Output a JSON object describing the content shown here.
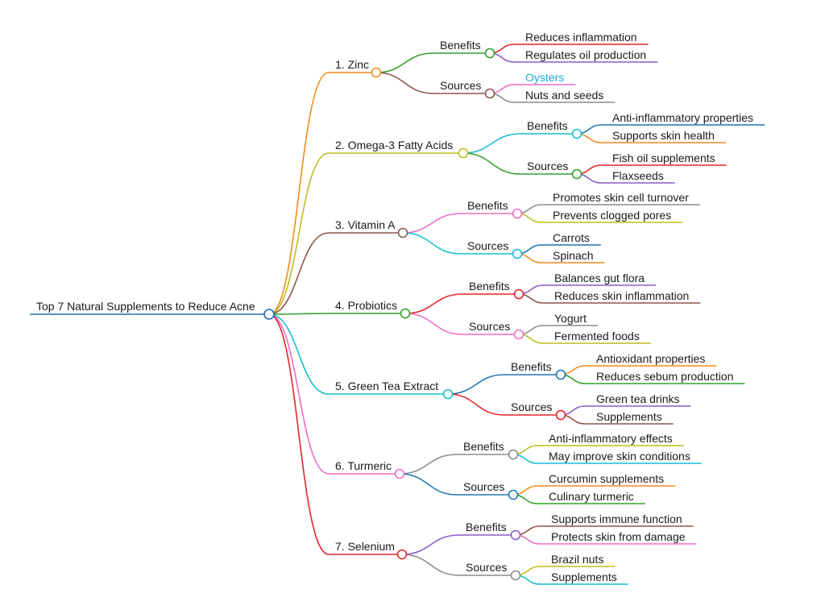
{
  "root": {
    "label": "Top 7 Natural Supplements to Reduce Acne",
    "color": "#1f6fb5"
  },
  "branches": [
    {
      "label": "1. Zinc",
      "color": "#f28c1b",
      "groups": [
        {
          "label": "Benefits",
          "color": "#33a02c",
          "leaves": [
            {
              "label": "Reduces inflammation",
              "color": "#e3262b"
            },
            {
              "label": "Regulates oil production",
              "color": "#8e5cc7"
            }
          ]
        },
        {
          "label": "Sources",
          "color": "#8c564b",
          "leaves": [
            {
              "label": "Oysters",
              "color": "#f06bc4",
              "highlight": true
            },
            {
              "label": "Nuts and seeds",
              "color": "#8c8c8c"
            }
          ]
        }
      ]
    },
    {
      "label": "2. Omega-3 Fatty Acids",
      "color": "#bcbd22",
      "groups": [
        {
          "label": "Benefits",
          "color": "#17becf",
          "leaves": [
            {
              "label": "Anti-inflammatory properties",
              "color": "#1f77b4"
            },
            {
              "label": "Supports skin health",
              "color": "#f28c1b"
            }
          ]
        },
        {
          "label": "Sources",
          "color": "#33a02c",
          "leaves": [
            {
              "label": "Fish oil supplements",
              "color": "#e3262b"
            },
            {
              "label": "Flaxseeds",
              "color": "#8e5cc7"
            }
          ]
        }
      ]
    },
    {
      "label": "3. Vitamin A",
      "color": "#8c564b",
      "groups": [
        {
          "label": "Benefits",
          "color": "#f06bc4",
          "leaves": [
            {
              "label": "Promotes skin cell turnover",
              "color": "#8c8c8c"
            },
            {
              "label": "Prevents clogged pores",
              "color": "#bcbd22"
            }
          ]
        },
        {
          "label": "Sources",
          "color": "#17becf",
          "leaves": [
            {
              "label": "Carrots",
              "color": "#1f77b4"
            },
            {
              "label": "Spinach",
              "color": "#f28c1b"
            }
          ]
        }
      ]
    },
    {
      "label": "4. Probiotics",
      "color": "#33a02c",
      "groups": [
        {
          "label": "Benefits",
          "color": "#e3262b",
          "leaves": [
            {
              "label": "Balances gut flora",
              "color": "#8e5cc7"
            },
            {
              "label": "Reduces skin inflammation",
              "color": "#8c564b"
            }
          ]
        },
        {
          "label": "Sources",
          "color": "#f06bc4",
          "leaves": [
            {
              "label": "Yogurt",
              "color": "#8c8c8c"
            },
            {
              "label": "Fermented foods",
              "color": "#bcbd22"
            }
          ]
        }
      ]
    },
    {
      "label": "5. Green Tea Extract",
      "color": "#17becf",
      "groups": [
        {
          "label": "Benefits",
          "color": "#1f77b4",
          "leaves": [
            {
              "label": "Antioxidant properties",
              "color": "#f28c1b"
            },
            {
              "label": "Reduces sebum production",
              "color": "#33a02c"
            }
          ]
        },
        {
          "label": "Sources",
          "color": "#e3262b",
          "leaves": [
            {
              "label": "Green tea drinks",
              "color": "#8e5cc7"
            },
            {
              "label": "Supplements",
              "color": "#8c564b"
            }
          ]
        }
      ]
    },
    {
      "label": "6. Turmeric",
      "color": "#f06bc4",
      "groups": [
        {
          "label": "Benefits",
          "color": "#8c8c8c",
          "leaves": [
            {
              "label": "Anti-inflammatory effects",
              "color": "#bcbd22"
            },
            {
              "label": "May improve skin conditions",
              "color": "#17becf"
            }
          ]
        },
        {
          "label": "Sources",
          "color": "#1f77b4",
          "leaves": [
            {
              "label": "Curcumin supplements",
              "color": "#f28c1b"
            },
            {
              "label": "Culinary turmeric",
              "color": "#33a02c"
            }
          ]
        }
      ]
    },
    {
      "label": "7. Selenium",
      "color": "#e3262b",
      "groups": [
        {
          "label": "Benefits",
          "color": "#8e5cc7",
          "leaves": [
            {
              "label": "Supports immune function",
              "color": "#8c564b"
            },
            {
              "label": "Protects skin from damage",
              "color": "#f06bc4"
            }
          ]
        },
        {
          "label": "Sources",
          "color": "#8c8c8c",
          "leaves": [
            {
              "label": "Brazil nuts",
              "color": "#bcbd22"
            },
            {
              "label": "Supplements",
              "color": "#17becf"
            }
          ]
        }
      ]
    }
  ]
}
